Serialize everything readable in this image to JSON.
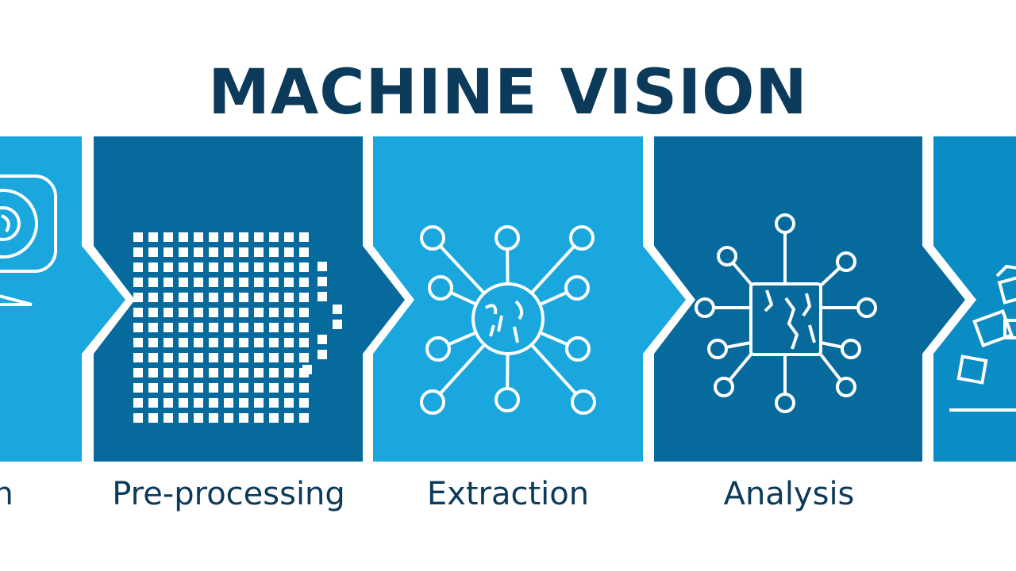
{
  "title": "MACHINE VISION",
  "colors": {
    "title": "#0b3a5a",
    "label": "#0b3a5a",
    "panel_light": "#1aa7dd",
    "panel_dark": "#066b9c",
    "panel_mid": "#0a8cc4",
    "icon": "#ffffff"
  },
  "steps": [
    {
      "label": "on",
      "icon": "webcam-icon"
    },
    {
      "label": "Pre-processing",
      "icon": "pixel-grid-icon"
    },
    {
      "label": "Extraction",
      "icon": "feature-network-icon"
    },
    {
      "label": "Analysis",
      "icon": "circuit-chip-icon"
    },
    {
      "label": "",
      "icon": "scattered-blocks-icon"
    }
  ]
}
